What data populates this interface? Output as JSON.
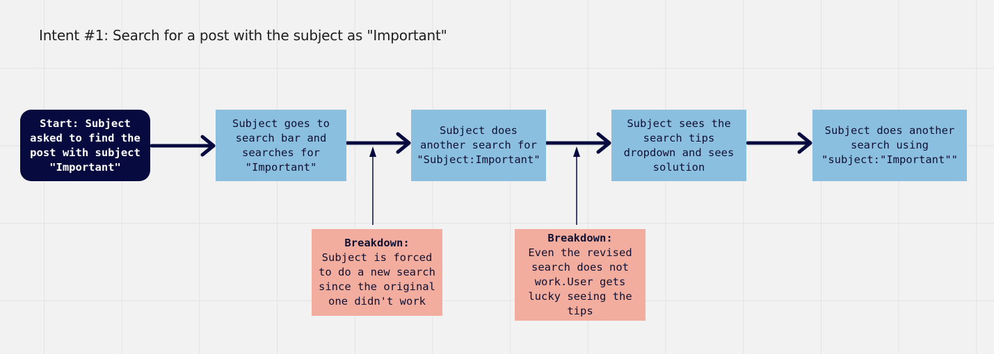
{
  "title": "Intent #1: Search for a post with the subject as \"Important\"",
  "nodes": {
    "start": [
      "Start: Subject",
      "asked to find the",
      "post with subject",
      "\"Important\""
    ],
    "step1": [
      "Subject goes to",
      "search bar and",
      "searches for",
      "\"Important\""
    ],
    "step2": [
      "Subject does",
      "another search for",
      "\"Subject:Important\""
    ],
    "step3": [
      "Subject sees the",
      "search tips",
      "dropdown and sees",
      "solution"
    ],
    "step4": [
      "Subject does another",
      "search using",
      "\"subject:\"Important\"\""
    ]
  },
  "breakdowns": [
    {
      "heading": "Breakdown:",
      "lines": [
        "Subject is forced",
        "to do a new search",
        "since the original",
        "one didn't work"
      ]
    },
    {
      "heading": "Breakdown:",
      "lines": [
        "Even the revised",
        "search does not",
        "work.User gets",
        "lucky seeing the",
        "tips"
      ]
    }
  ],
  "colors": {
    "start_fill": "#070a3f",
    "step_fill": "#8bbfe0",
    "breakdown_fill": "#f2ad9e",
    "connector": "#070a3f"
  }
}
